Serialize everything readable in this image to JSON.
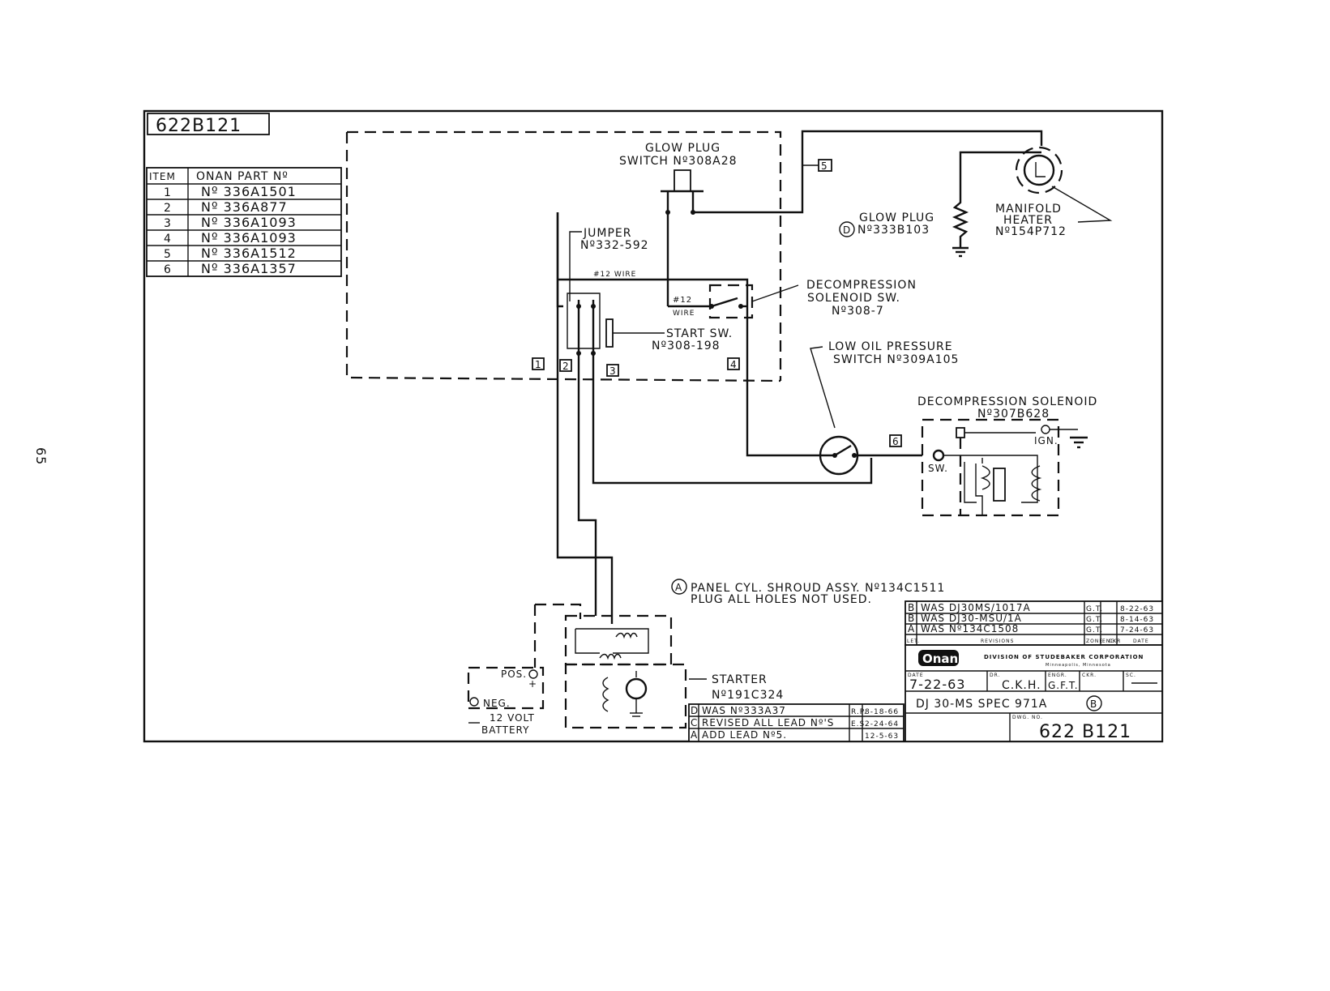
{
  "page_number": "65",
  "drawing": {
    "corner_number": "622B121",
    "parts_table": {
      "headers": [
        "ITEM",
        "ONAN PART Nº"
      ],
      "rows": [
        [
          "1",
          "Nº 336A1501"
        ],
        [
          "2",
          "Nº 336A877"
        ],
        [
          "3",
          "Nº 336A1093"
        ],
        [
          "4",
          "Nº 336A1093"
        ],
        [
          "5",
          "Nº 336A1512"
        ],
        [
          "6",
          "Nº 336A1357"
        ]
      ]
    },
    "components": {
      "glow_plug_switch": [
        "GLOW PLUG",
        "SWITCH Nº308A28"
      ],
      "jumper": [
        "JUMPER",
        "Nº332-592"
      ],
      "wire_12_top": "#12 WIRE",
      "wire_12_side": [
        "#12",
        "WIRE"
      ],
      "start_switch": [
        "START SW.",
        "Nº308-198"
      ],
      "decomp_solenoid_sw": [
        "DECOMPRESSION",
        "SOLENOID SW.",
        "Nº308-7"
      ],
      "glow_plug": [
        "GLOW PLUG",
        "Nº333B103"
      ],
      "glow_plug_marker": "D",
      "manifold_heater": [
        "MANIFOLD",
        "HEATER",
        "Nº154P712"
      ],
      "low_oil_switch": [
        "LOW OIL PRESSURE",
        "SWITCH Nº309A105"
      ],
      "decomp_solenoid": [
        "DECOMPRESSION SOLENOID",
        "Nº307B628"
      ],
      "sw_label": "SW.",
      "ign_label": "IGN.",
      "starter": [
        "STARTER",
        "Nº191C324"
      ],
      "battery": [
        "POS.",
        "NEG.",
        "12 VOLT",
        "BATTERY"
      ]
    },
    "lead_markers": [
      "1",
      "2",
      "3",
      "4",
      "5",
      "6"
    ],
    "note_marker": "A",
    "note": [
      "PANEL CYL. SHROUD ASSY. Nº134C1511",
      "PLUG ALL HOLES NOT USED."
    ],
    "revisions_right": {
      "rows": [
        {
          "let": "B",
          "text": "WAS DJ30MS/1017A",
          "ckr": "G.T.",
          "date": "8-22-63"
        },
        {
          "let": "B",
          "text": "WAS DJ30-MSU/1A",
          "ckr": "G.T.",
          "date": "8-14-63"
        },
        {
          "let": "A",
          "text": "WAS Nº134C1508",
          "ckr": "G.T.",
          "date": "7-24-63"
        }
      ],
      "header": [
        "LET.",
        "REVISIONS",
        "ZONE",
        "ENG",
        "CKR",
        "DATE"
      ]
    },
    "revisions_left": {
      "rows": [
        {
          "let": "D",
          "text": "WAS Nº333A37",
          "ckr": "R.P.",
          "date": "8-18-66"
        },
        {
          "let": "C",
          "text": "REVISED ALL LEAD Nº'S",
          "ckr": "E.S.",
          "date": "2-24-64"
        },
        {
          "let": "A",
          "text": "ADD LEAD Nº5.",
          "ckr": "",
          "date": "12-5-63"
        }
      ]
    },
    "title_block": {
      "logo": "Onan",
      "division": "DIVISION OF STUDEBAKER CORPORATION",
      "city": "Minneapolis, Minnesota",
      "date_label": "DATE",
      "date": "7-22-63",
      "dr_label": "DR.",
      "dr": "C.K.H.",
      "engr_label": "ENGR.",
      "engr": "G.F.T.",
      "ckr_label": "CKR.",
      "sc_label": "SC.",
      "model": "DJ 30-MS SPEC 971A",
      "model_rev": "B",
      "dwg_label": "DWG. NO.",
      "dwg_no": "622 B121"
    }
  }
}
